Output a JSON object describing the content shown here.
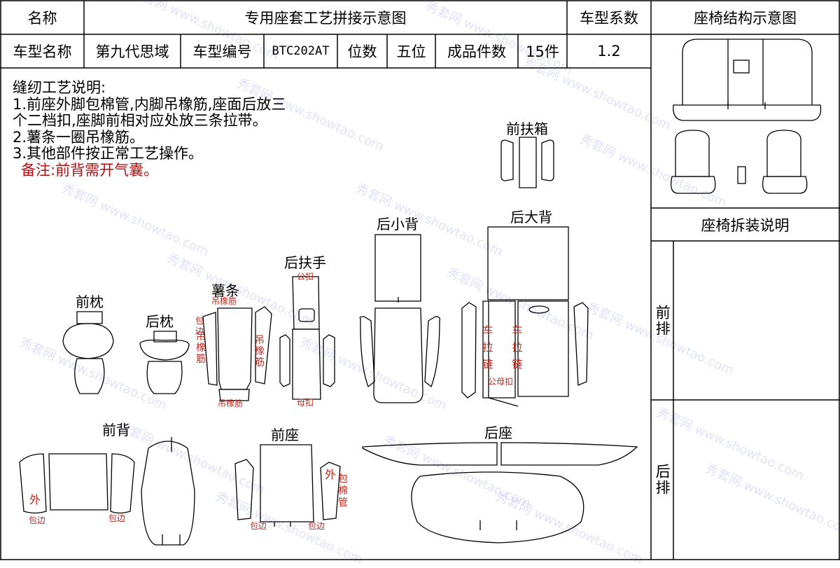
{
  "header": {
    "name_label": "名称",
    "title": "专用座套工艺拼接示意图",
    "coef_label": "车型系数",
    "structure_title": "座椅结构示意图"
  },
  "info": {
    "model_label": "车型名称",
    "model_value": "第九代思域",
    "code_label": "车型编号",
    "code_value": "BTC202AT",
    "seats_label": "位数",
    "seats_value": "五位",
    "pieces_label": "成品件数",
    "pieces_value": "15件",
    "coef_value": "1.2"
  },
  "notes": {
    "heading": "缝纫工艺说明:",
    "line1a": "1.前座外脚包棉管,内脚吊橡筋,座面后放三",
    "line1b": "个二档扣,座脚前相对应处放三条拉带。",
    "line2": "2.薯条一圈吊橡筋。",
    "line3": "3.其他部件按正常工艺操作。",
    "remark": "备注:前背需开气囊。"
  },
  "side": {
    "disassembly_title": "座椅拆装说明",
    "front_row": "前排",
    "rear_row": "后排"
  },
  "part_labels": {
    "front_box": "前扶箱",
    "rear_small_back": "后小背",
    "rear_big_back": "后大背",
    "rear_armrest": "后扶手",
    "chips": "薯条",
    "front_pillow": "前枕",
    "rear_pillow": "后枕",
    "front_back": "前背",
    "front_seat": "前座",
    "rear_seat": "后座"
  },
  "annotations": {
    "hang_rubber": "吊橡筋",
    "binding": "包边",
    "male_buckle": "公扣",
    "female_buckle": "母扣",
    "zipper": "车拉链",
    "zipper_buckle": "公母扣",
    "outer": "外",
    "wrap_cotton": "包棉管"
  },
  "watermark": {
    "text1": "秀套网",
    "text2": "www.showtao.com"
  }
}
